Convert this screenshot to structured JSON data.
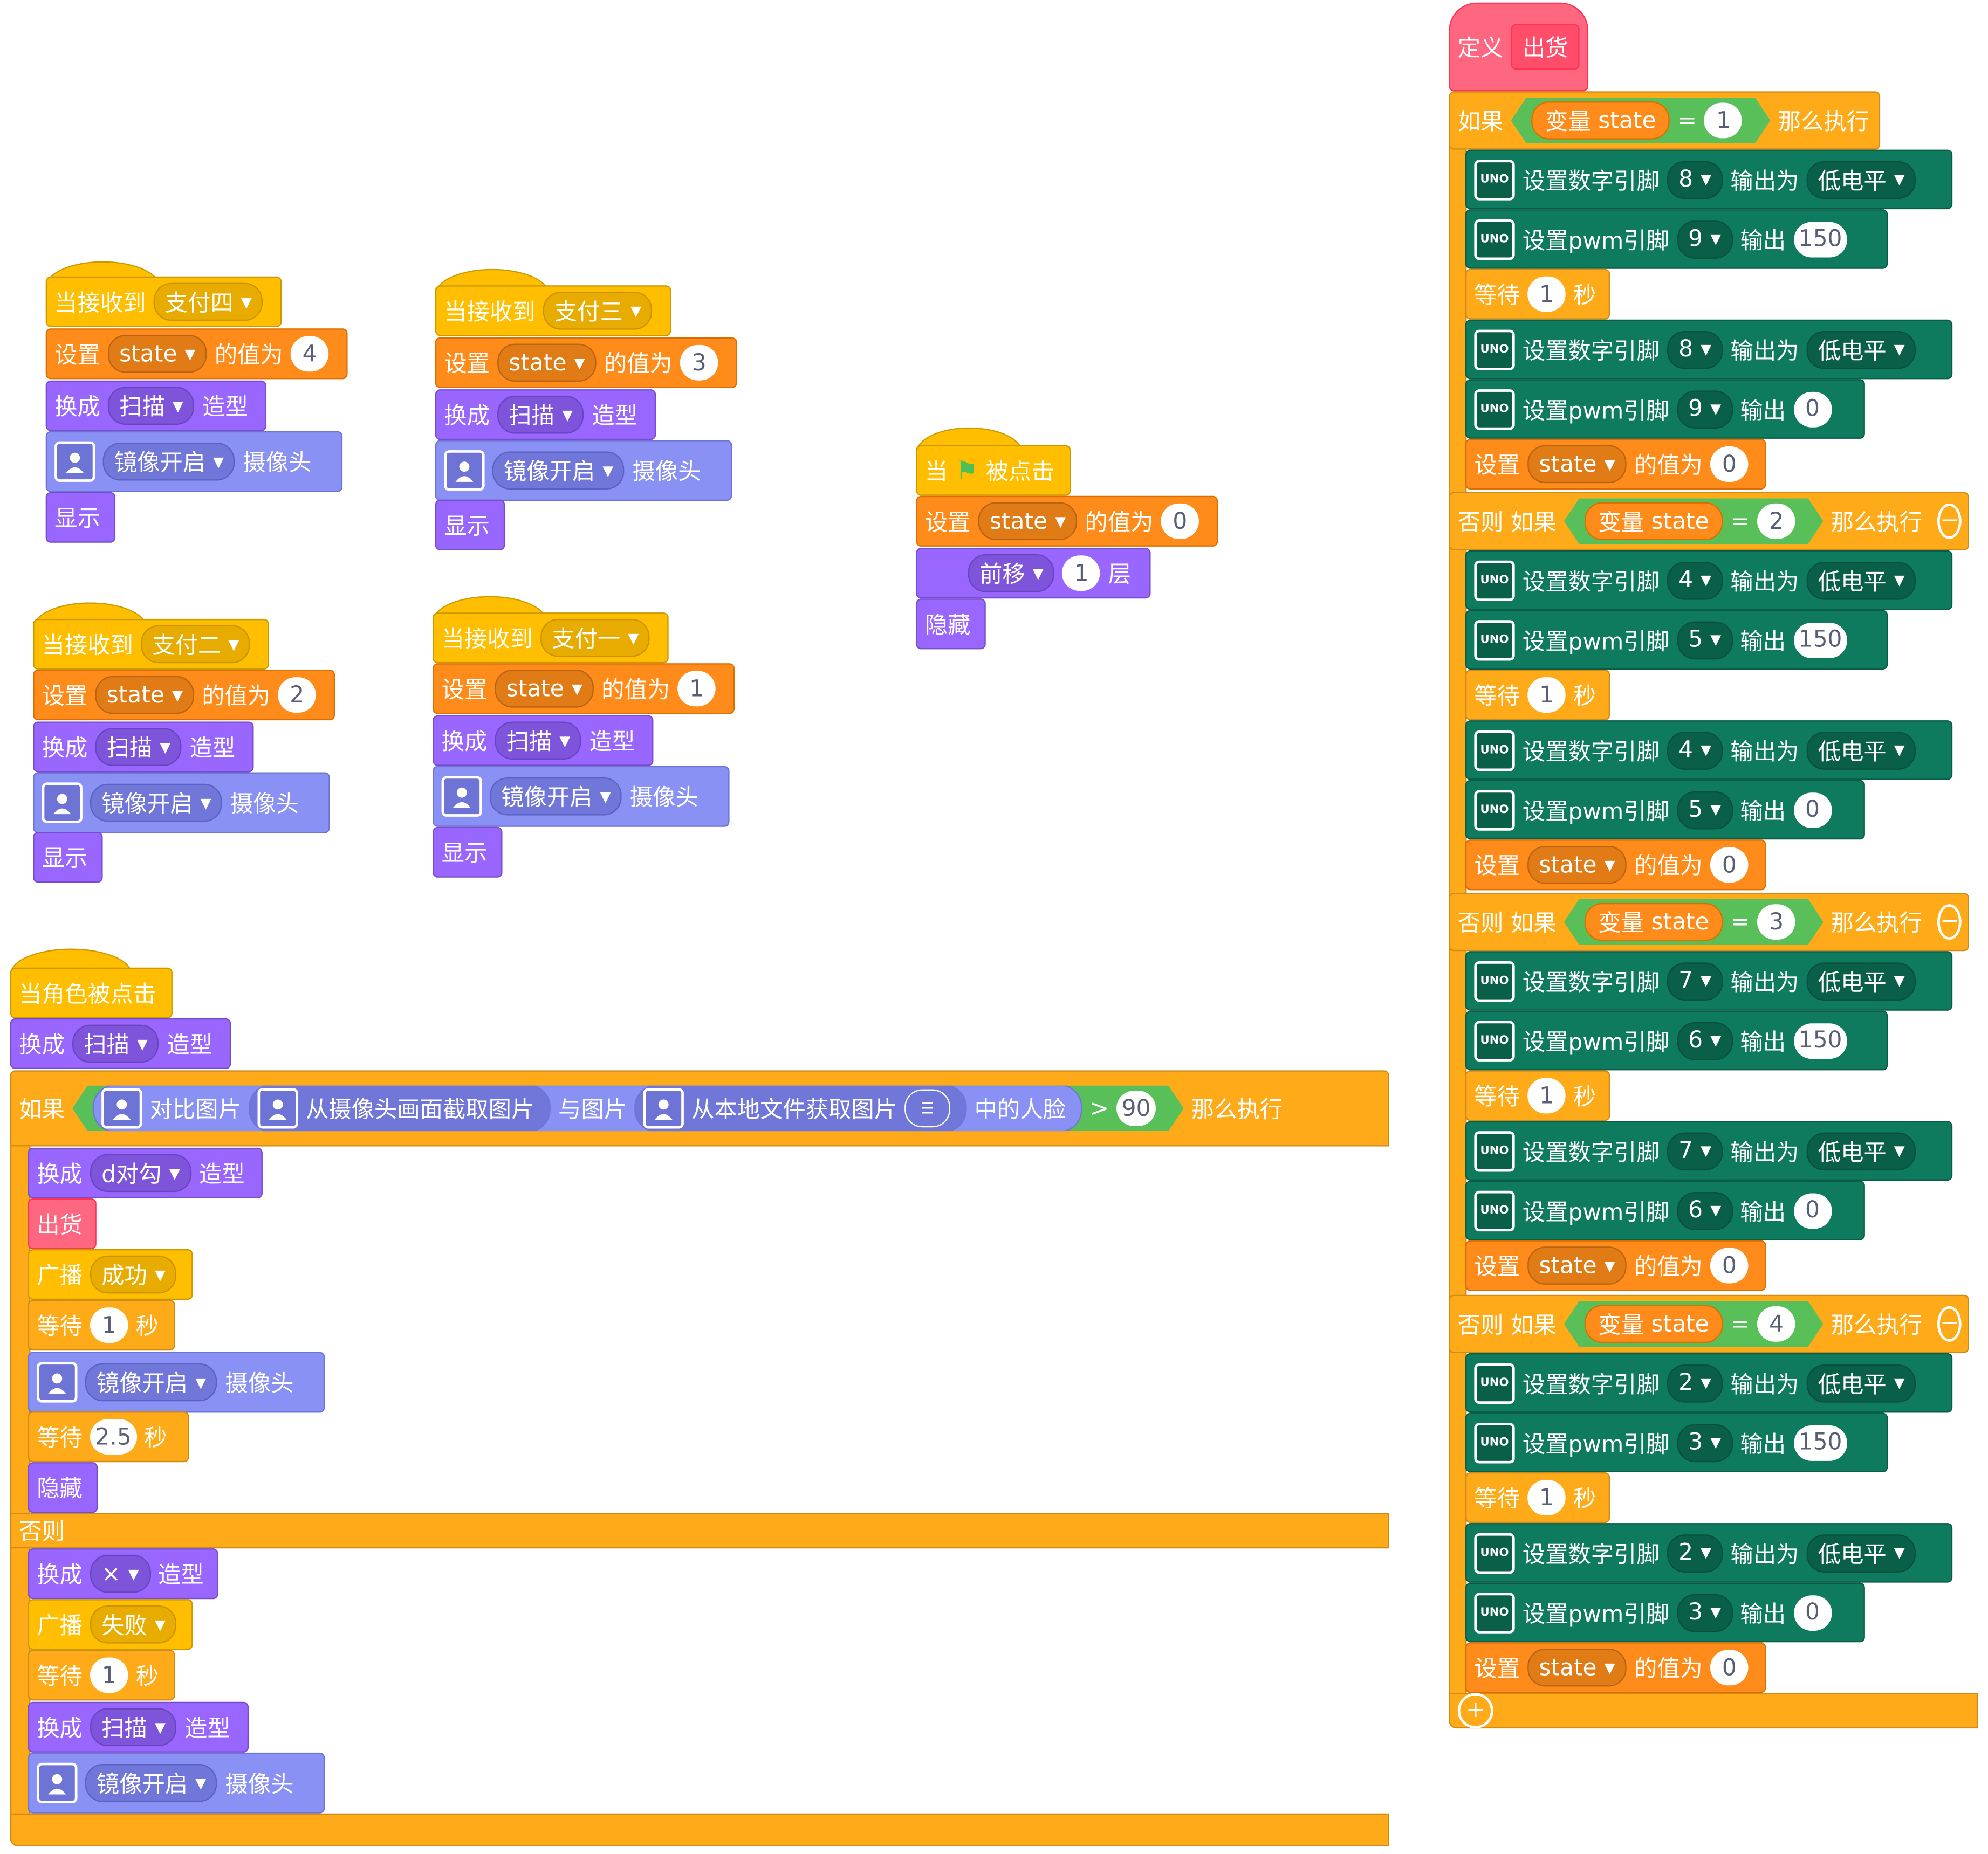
{
  "labels": {
    "when_receive": "当接收到",
    "set": "设置",
    "value_is": "的值为",
    "switch_to": "换成",
    "costume": "造型",
    "camera": "摄像头",
    "show": "显示",
    "hide": "隐藏",
    "when": "当",
    "clicked": "被点击",
    "move": "前移",
    "layers": "层",
    "when_sprite_clicked": "当角色被点击",
    "if": "如果",
    "then": "那么执行",
    "else": "否则",
    "else_if": "否则 如果",
    "compare": "对比图片",
    "capture": "从摄像头画面截取图片",
    "with_image": "与图片",
    "local_file": "从本地文件获取图片",
    "faces": "中的人脸",
    "gt": ">",
    "eq": "=",
    "broadcast": "广播",
    "wait": "等待",
    "seconds": "秒",
    "define": "定义",
    "variable": "变量",
    "digital_pin": "设置数字引脚",
    "output_as": "输出为",
    "pwm_pin": "设置pwm引脚",
    "output": "输出",
    "uno": "UNO"
  },
  "colors": {
    "events": "#FFBF00",
    "data": "#FF8C1A",
    "looks": "#9966FF",
    "ai": "#8A91F5",
    "control": "#FFAB19",
    "arduino": "#0F7B5E",
    "define": "#FF6680",
    "operator": "#59C059"
  },
  "icons": {
    "flag": "green-flag-icon",
    "face": "face-recognition-icon",
    "board": "uno-board-icon",
    "minus": "minus-circle-icon",
    "plus": "plus-circle-icon",
    "list": "list-icon",
    "dropdown": "dropdown-arrow-icon"
  },
  "pay4": {
    "msg": "支付四",
    "var": "state",
    "val": "4",
    "costume": "扫描",
    "mirror": "镜像开启"
  },
  "pay3": {
    "msg": "支付三",
    "var": "state",
    "val": "3",
    "costume": "扫描",
    "mirror": "镜像开启"
  },
  "pay2": {
    "msg": "支付二",
    "var": "state",
    "val": "2",
    "costume": "扫描",
    "mirror": "镜像开启"
  },
  "pay1": {
    "msg": "支付一",
    "var": "state",
    "val": "1",
    "costume": "扫描",
    "mirror": "镜像开启"
  },
  "flag": {
    "var": "state",
    "val": "0",
    "dir": "前移",
    "layers": "1"
  },
  "click": {
    "costume": "扫描",
    "threshold": "90",
    "then": {
      "costume": "d对勾",
      "call": "出货",
      "msg": "成功",
      "wait1": "1",
      "mirror": "镜像开启",
      "wait2": "2.5"
    },
    "else": {
      "costume": "×",
      "msg": "失败",
      "wait": "1",
      "costume2": "扫描",
      "mirror": "镜像开启"
    }
  },
  "define": {
    "name": "出货",
    "var": "state",
    "branches": [
      {
        "cond": "1",
        "pinA": "8",
        "level": "低电平",
        "pinB": "9",
        "pwm": "150",
        "wait": "1",
        "pwm0": "0",
        "reset": "0"
      },
      {
        "cond": "2",
        "pinA": "4",
        "level": "低电平",
        "pinB": "5",
        "pwm": "150",
        "wait": "1",
        "pwm0": "0",
        "reset": "0"
      },
      {
        "cond": "3",
        "pinA": "7",
        "level": "低电平",
        "pinB": "6",
        "pwm": "150",
        "wait": "1",
        "pwm0": "0",
        "reset": "0"
      },
      {
        "cond": "4",
        "pinA": "2",
        "level": "低电平",
        "pinB": "3",
        "pwm": "150",
        "wait": "1",
        "pwm0": "0",
        "reset": "0"
      }
    ]
  }
}
